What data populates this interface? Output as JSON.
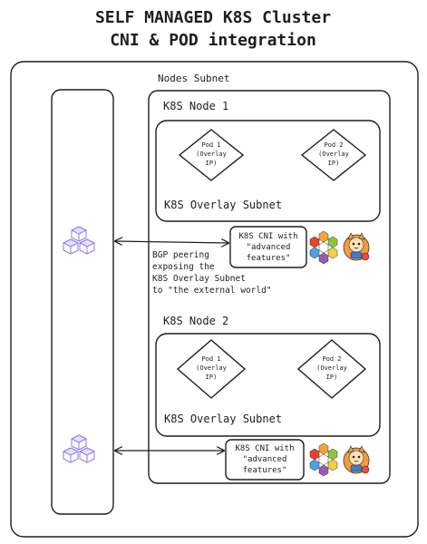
{
  "title": {
    "line1": "SELF MANAGED K8S Cluster",
    "line2": "CNI & POD integration"
  },
  "nodes_subnet": {
    "label": "Nodes Subnet"
  },
  "nodes": [
    {
      "label": "K8S Node 1",
      "overlay_label": "K8S Overlay Subnet",
      "pods": [
        {
          "name": "Pod 1",
          "sub1": "(Overlay",
          "sub2": "IP)"
        },
        {
          "name": "Pod 2",
          "sub1": "(Overlay",
          "sub2": "IP)"
        }
      ],
      "cni": {
        "line1": "K8S CNI with",
        "line2": "\"advanced",
        "line3": "features\""
      }
    },
    {
      "label": "K8S Node 2",
      "overlay_label": "K8S Overlay Subnet",
      "pods": [
        {
          "name": "Pod 1",
          "sub1": "(Overlay",
          "sub2": "IP)"
        },
        {
          "name": "Pod 2",
          "sub1": "(Overlay",
          "sub2": "IP)"
        }
      ],
      "cni": {
        "line1": "K8S CNI with",
        "line2": "\"advanced",
        "line3": "features\""
      }
    }
  ],
  "bgp_note": {
    "line1": "BGP peering",
    "line2": "exposing the",
    "line3": "K8S Overlay Subnet",
    "line4": "to \"the external world\""
  },
  "icons": {
    "router": "cube-cluster-icon",
    "calico": "calico-hexagon-logo",
    "cilium": "cilium-bee-logo"
  },
  "colors": {
    "stroke": "#1e1e1e",
    "router_purple": "#8b7ef0"
  }
}
